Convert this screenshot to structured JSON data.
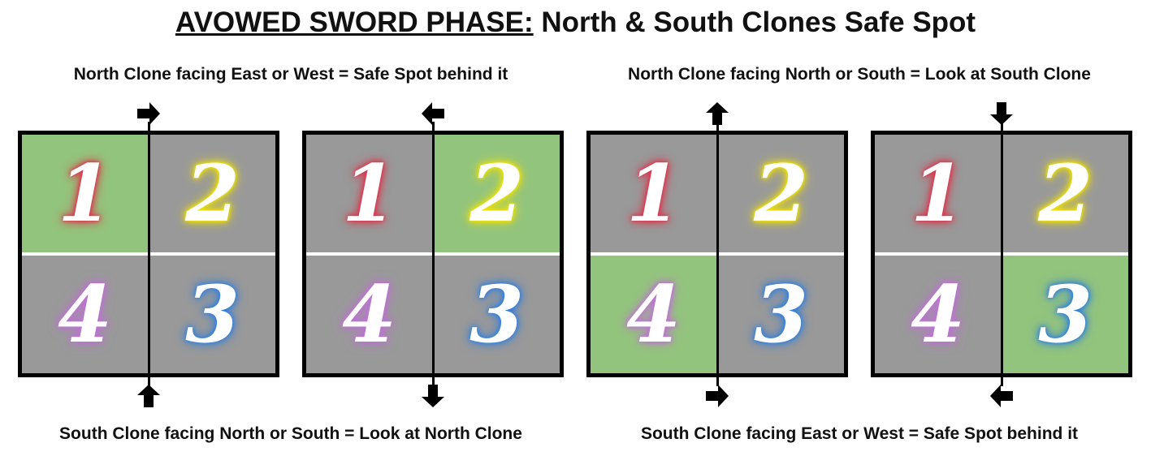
{
  "title": {
    "underlined": "AVOWED SWORD PHASE:",
    "rest": " North & South Clones Safe Spot"
  },
  "captions": {
    "top_left": "North Clone facing East or West = Safe Spot behind it",
    "top_right": "North Clone facing North or South = Look at South Clone",
    "bottom_left": "South Clone facing North or South = Look at North Clone",
    "bottom_right": "South Clone facing East or West = Safe Spot behind it"
  },
  "cells": [
    {
      "label": "1",
      "color": "#e0304a"
    },
    {
      "label": "2",
      "color": "#f2e400"
    },
    {
      "label": "4",
      "color": "#c070d8"
    },
    {
      "label": "3",
      "color": "#2f7fe0"
    }
  ],
  "colors": {
    "safe": "#93c47d",
    "unsafe": "#999999"
  },
  "grids": [
    {
      "north_clone_facing": "east",
      "south_clone_facing": "north",
      "safe_cell": "1"
    },
    {
      "north_clone_facing": "west",
      "south_clone_facing": "south",
      "safe_cell": "2"
    },
    {
      "north_clone_facing": "north",
      "south_clone_facing": "east",
      "safe_cell": "4"
    },
    {
      "north_clone_facing": "south",
      "south_clone_facing": "west",
      "safe_cell": "3"
    }
  ]
}
